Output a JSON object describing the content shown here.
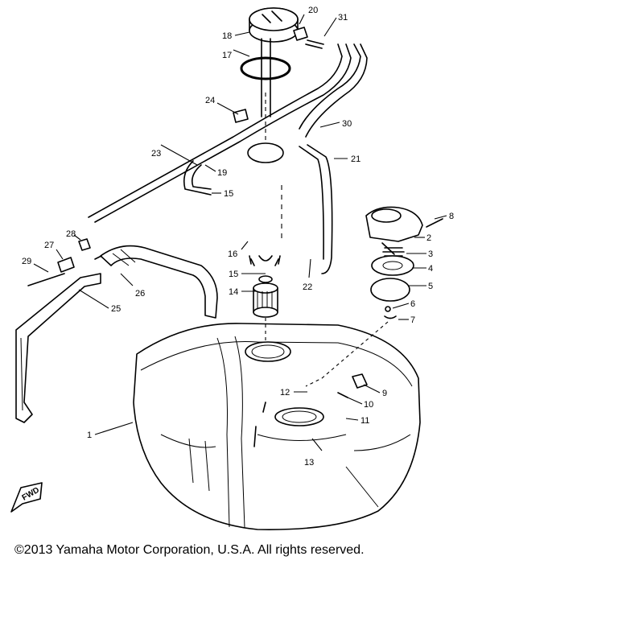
{
  "diagram": {
    "callouts": [
      "1",
      "2",
      "3",
      "4",
      "5",
      "6",
      "7",
      "8",
      "9",
      "10",
      "11",
      "12",
      "13",
      "14",
      "15",
      "15",
      "16",
      "17",
      "18",
      "19",
      "20",
      "21",
      "22",
      "23",
      "24",
      "25",
      "26",
      "27",
      "28",
      "29",
      "30",
      "31"
    ],
    "fwd_label": "FWD"
  },
  "footer": {
    "copyright": "©2013 Yamaha Motor Corporation, U.S.A. All rights reserved."
  }
}
